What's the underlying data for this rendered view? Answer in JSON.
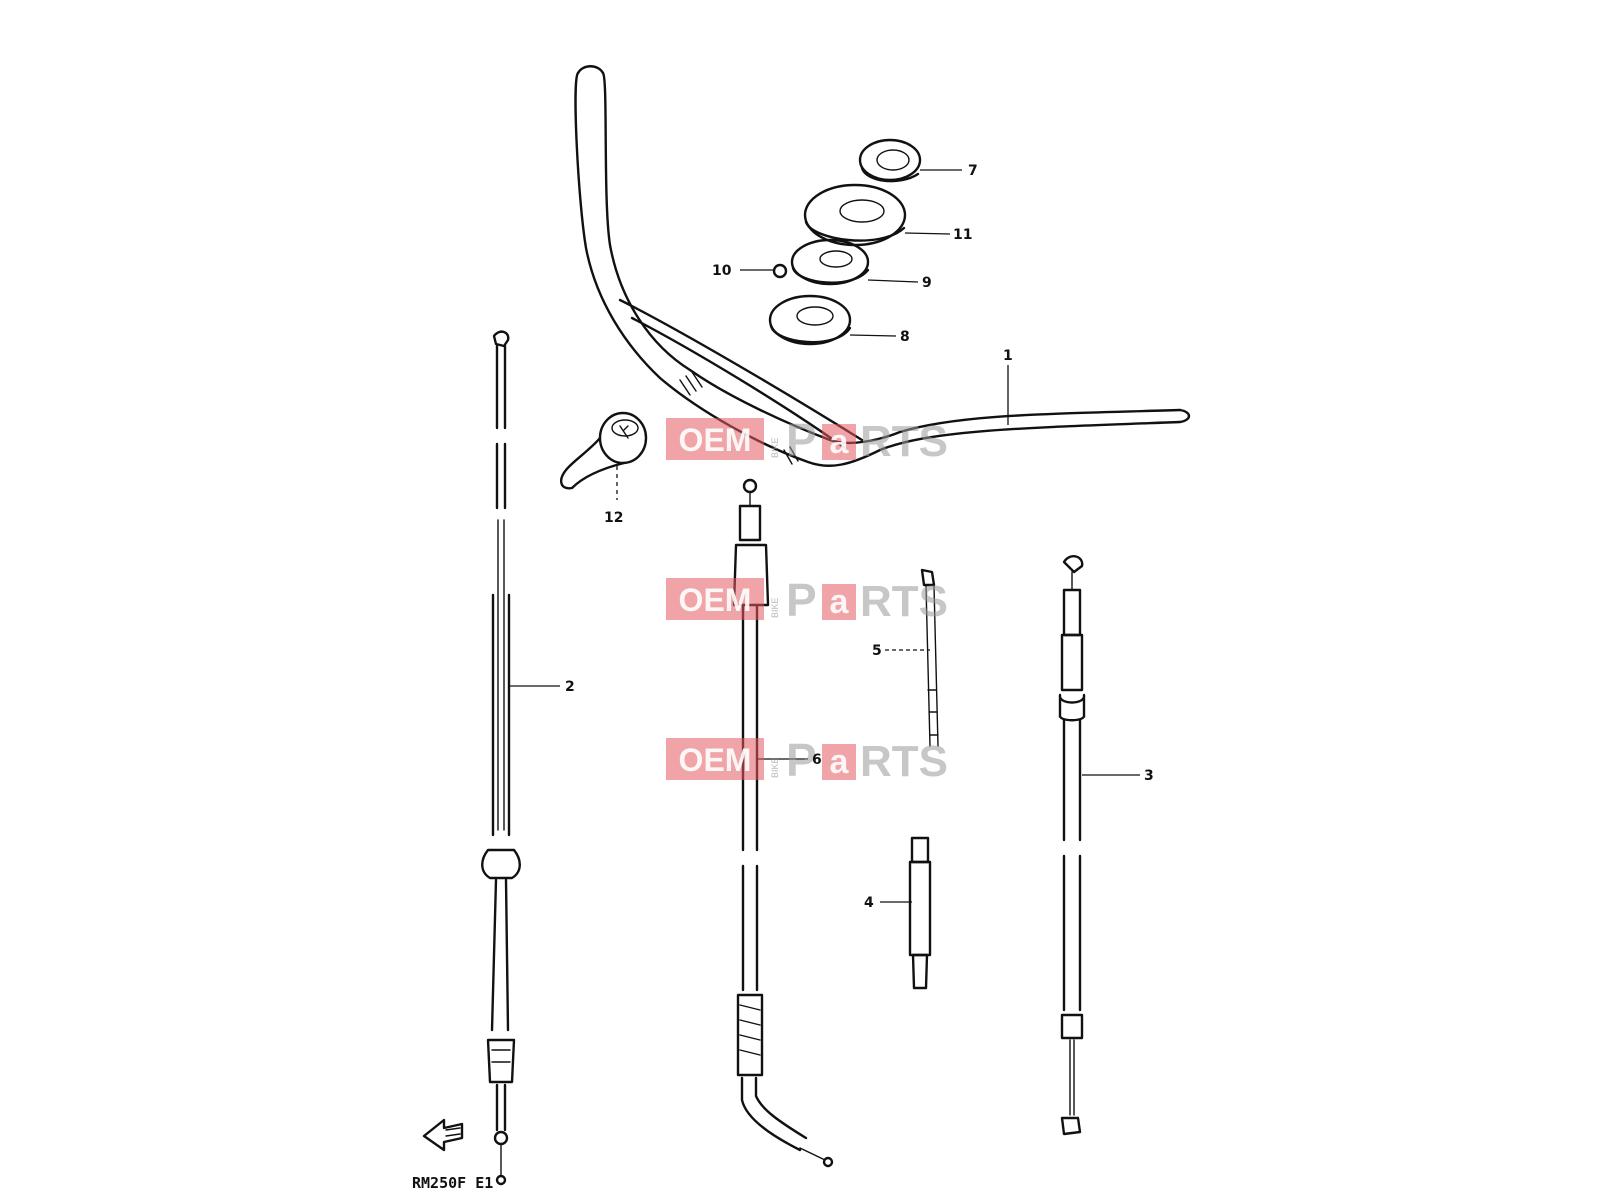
{
  "diagram_code": "RM250F E1",
  "watermark": {
    "oem": "OEM",
    "bike": "BIKE",
    "p": "P",
    "a": "a",
    "rts": "RTS",
    "color": "#e35a5e"
  },
  "parts": [
    {
      "id": "part-1",
      "label": "1"
    },
    {
      "id": "part-2",
      "label": "2"
    },
    {
      "id": "part-3",
      "label": "3"
    },
    {
      "id": "part-4",
      "label": "4"
    },
    {
      "id": "part-5",
      "label": "5"
    },
    {
      "id": "part-6",
      "label": "6"
    },
    {
      "id": "part-7",
      "label": "7"
    },
    {
      "id": "part-8",
      "label": "8"
    },
    {
      "id": "part-9",
      "label": "9"
    },
    {
      "id": "part-10",
      "label": "10"
    },
    {
      "id": "part-11",
      "label": "11"
    },
    {
      "id": "part-12",
      "label": "12"
    }
  ]
}
